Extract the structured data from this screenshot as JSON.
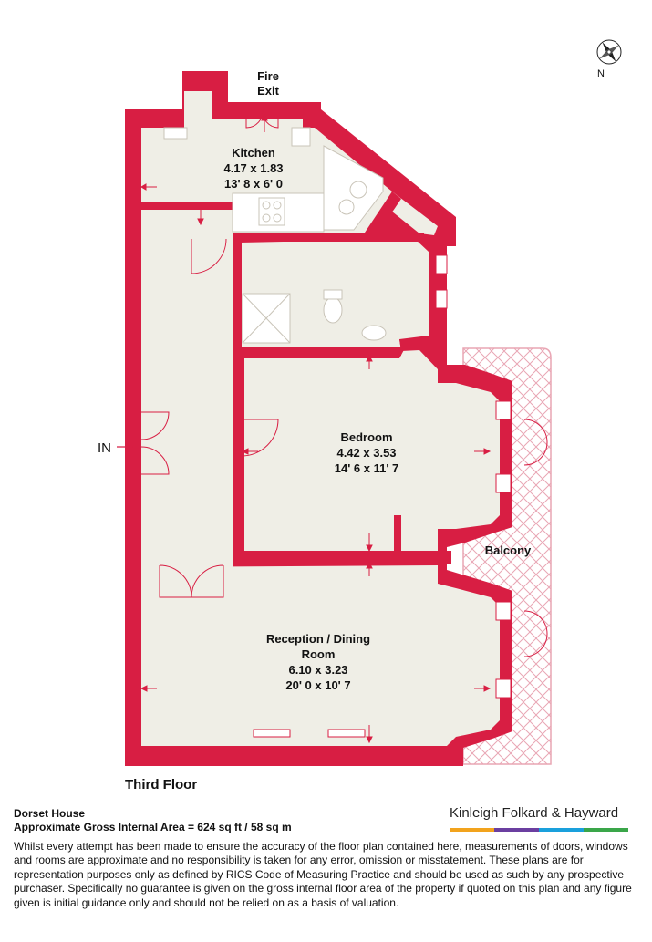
{
  "rooms": {
    "kitchen": {
      "name": "Kitchen",
      "metric": "4.17 x 1.83",
      "imperial": "13' 8 x 6' 0"
    },
    "bedroom": {
      "name": "Bedroom",
      "metric": "4.42 x 3.53",
      "imperial": "14' 6 x 11' 7"
    },
    "reception": {
      "name_line1": "Reception / Dining",
      "name_line2": "Room",
      "metric": "6.10 x 3.23",
      "imperial": "20' 0 x 10' 7"
    },
    "balcony": {
      "name": "Balcony"
    }
  },
  "labels": {
    "fire_exit_line1": "Fire",
    "fire_exit_line2": "Exit",
    "entrance": "IN",
    "compass": "N",
    "floor": "Third Floor"
  },
  "footer": {
    "property_name": "Dorset House",
    "area": "Approximate Gross Internal Area = 624 sq ft / 58 sq m",
    "disclaimer": "Whilst every attempt has been made to ensure the accuracy of the floor plan contained here, measurements of doors, windows and rooms are approximate and no responsibility is taken for any error, omission or misstatement. These plans are for representation purposes only as defined by RICS Code of Measuring Practice and should be used as such by any prospective purchaser. Specifically no guarantee is given on the gross internal floor area of the property if quoted on this plan and any figure given is initial guidance only and should not be relied on as a basis of valuation."
  },
  "brand": {
    "name": "Kinleigh Folkard & Hayward",
    "stripe_colors": [
      "#f2a31d",
      "#6b3fa0",
      "#1aa0dc",
      "#3aa64a"
    ]
  },
  "colors": {
    "wall": "#d81e43",
    "floor": "#efeee6",
    "fixture": "#ffffff"
  }
}
